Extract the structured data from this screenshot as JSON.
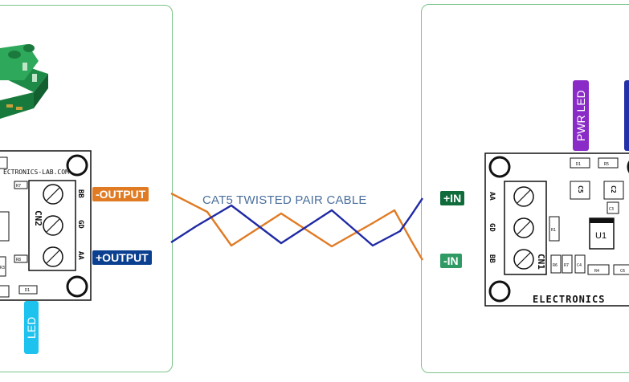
{
  "cable": {
    "label": "CAT5 TWISTED PAIR CABLE",
    "color_a": "#e07b24",
    "color_b": "#1f2aa5"
  },
  "left_board": {
    "silkscreen_header": "ECTRONICS-LAB.COM",
    "connector": "CN2",
    "pins": [
      "BB",
      "GD",
      "AA"
    ],
    "parts": [
      "R7",
      "R8",
      "R3",
      "D1"
    ]
  },
  "right_board": {
    "silkscreen_footer": "ELECTRONICS",
    "connector": "CN1",
    "pins": [
      "AA",
      "GD",
      "BB"
    ],
    "parts": [
      "D1",
      "R5",
      "C5",
      "C2",
      "C3",
      "U1",
      "R1",
      "R6",
      "R7",
      "C4",
      "R4",
      "C6"
    ]
  },
  "labels": {
    "neg_output": "-OUTPUT",
    "pos_output": "+OUTPUT",
    "pos_in": "+IN",
    "neg_in": "-IN",
    "led": "LED",
    "pwr_led": "PWR LED"
  },
  "colors": {
    "orange": "#e07b24",
    "navy": "#0b3f8f",
    "dark_green": "#0f6b3a",
    "green": "#2f9a64",
    "cyan": "#1ec2ee",
    "purple": "#8a2bc7",
    "blue_tag": "#2430a8",
    "panel_border": "#7cc389"
  }
}
